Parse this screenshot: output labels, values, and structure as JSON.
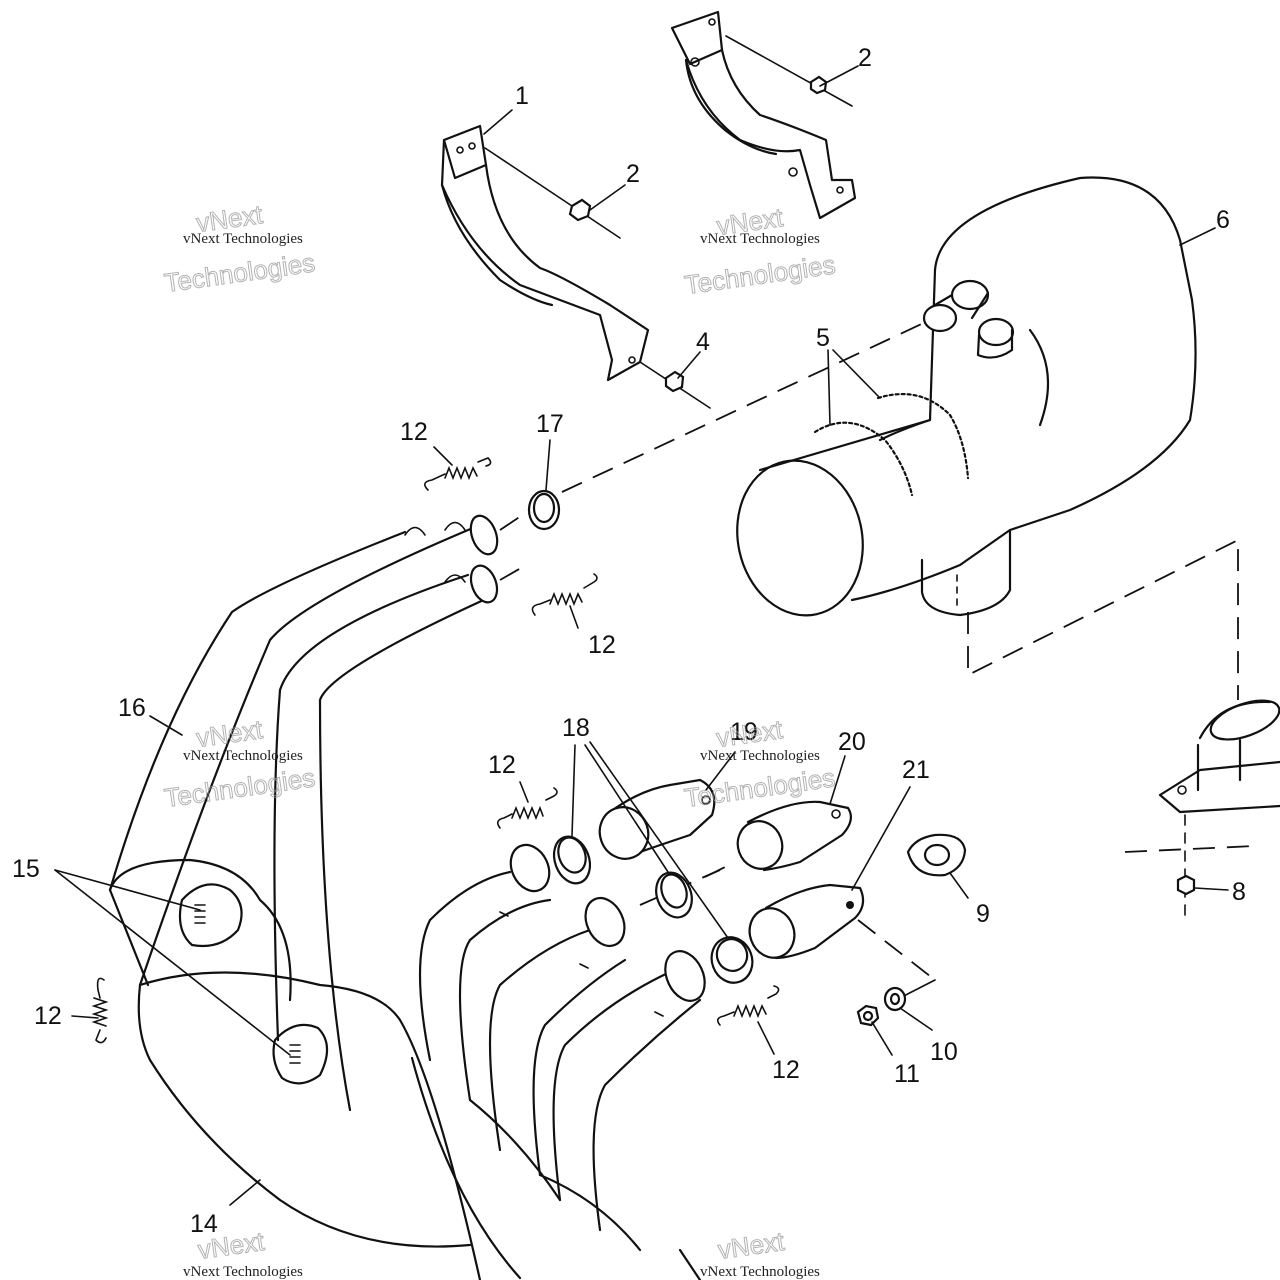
{
  "diagram": {
    "callouts": {
      "c1": "1",
      "c2a": "2",
      "c2b": "2",
      "c4": "4",
      "c5": "5",
      "c6": "6",
      "c8": "8",
      "c9": "9",
      "c10": "10",
      "c11": "11",
      "c12a": "12",
      "c12b": "12",
      "c12c": "12",
      "c12d": "12",
      "c12e": "12",
      "c14": "14",
      "c15": "15",
      "c16": "16",
      "c17": "17",
      "c18": "18",
      "c19": "19",
      "c20": "20",
      "c21": "21"
    },
    "watermark": {
      "line1": "vNext Technologies",
      "line2": "vNext",
      "line3": "Technologies"
    }
  }
}
